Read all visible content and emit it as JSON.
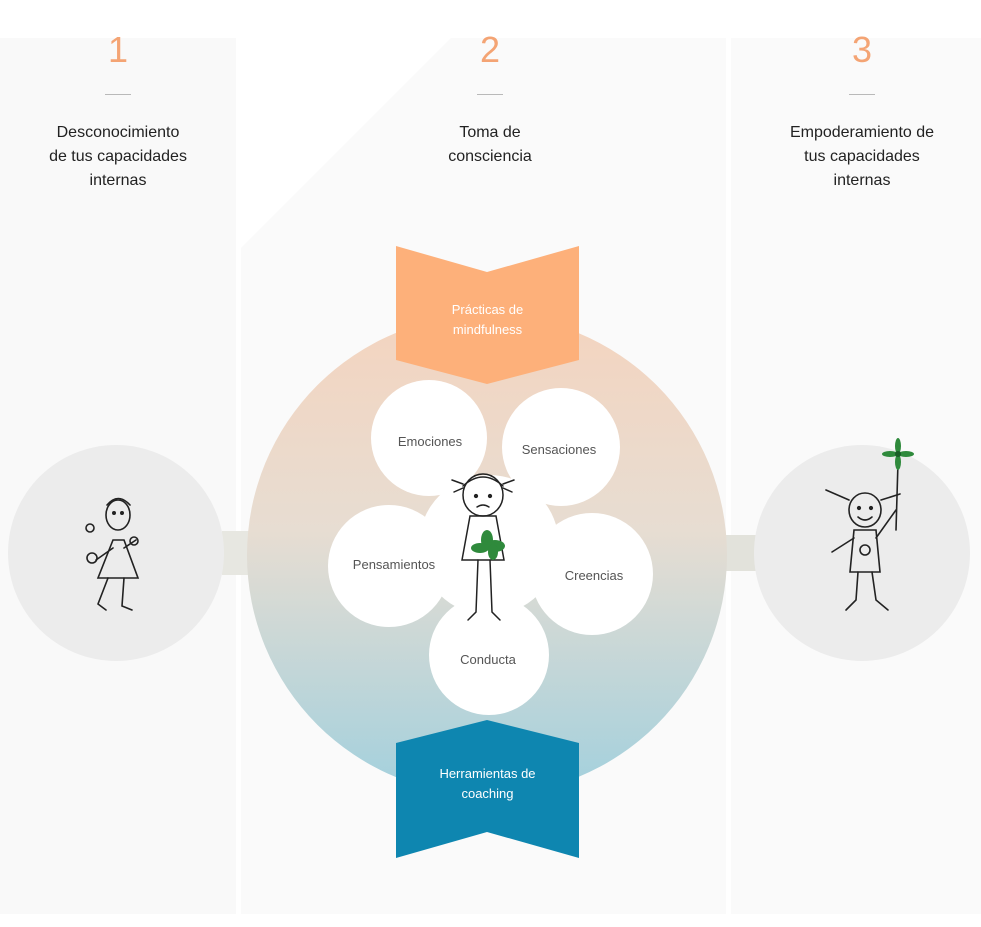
{
  "steps": [
    {
      "number": "1",
      "caption": "Desconocimiento\nde tus capacidades\ninternas"
    },
    {
      "number": "2",
      "caption": "Toma de\nconsciencia"
    },
    {
      "number": "3",
      "caption": "Empoderamiento de\ntus capacidades\ninternas"
    }
  ],
  "top_banner": {
    "label": "Prácticas de\nmindfulness",
    "color": "#fdb07a"
  },
  "bottom_banner": {
    "label": "Herramientas de\ncoaching",
    "color": "#0e86b0"
  },
  "petals": [
    "Emociones",
    "Sensaciones",
    "Pensamientos",
    "Creencias",
    "Conducta"
  ],
  "colors": {
    "accent": "#f4a474",
    "circle_top": "#f2d5c0",
    "circle_bottom": "#9ecfdc",
    "bubble": "#ececec",
    "arrow": "#e6e6e0"
  }
}
